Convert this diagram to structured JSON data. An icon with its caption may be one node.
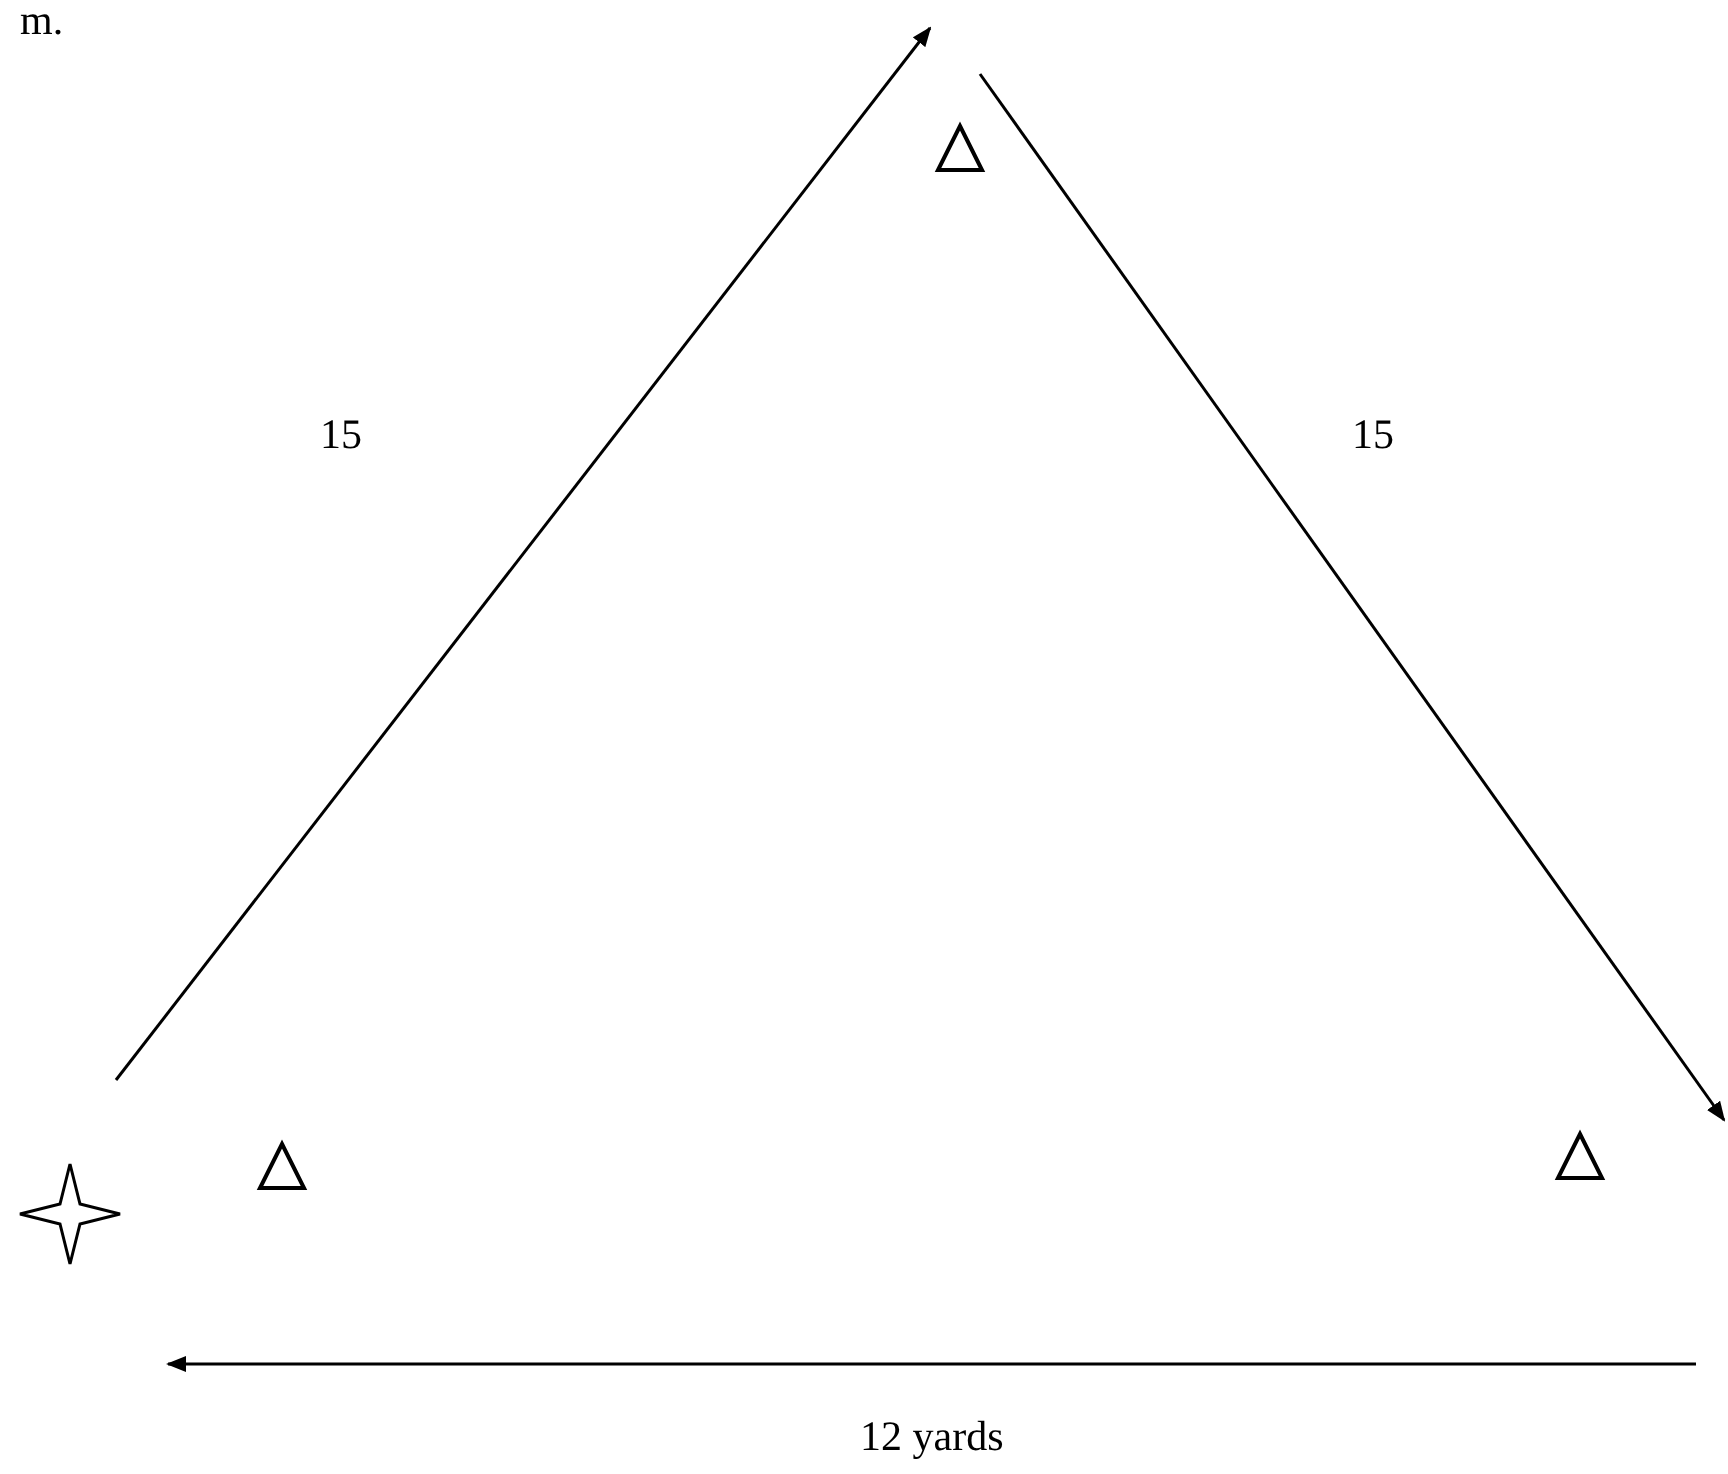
{
  "diagram": {
    "nodes": [
      {
        "text": [],
        "shape": "star"
      },
      {
        "text": [],
        "shape": "triangle"
      },
      {
        "text": [],
        "shape": "triangle"
      },
      {
        "text": [],
        "shape": "triangle"
      }
    ],
    "labels": [
      "m.",
      "15",
      "15",
      "12 yards"
    ]
  }
}
